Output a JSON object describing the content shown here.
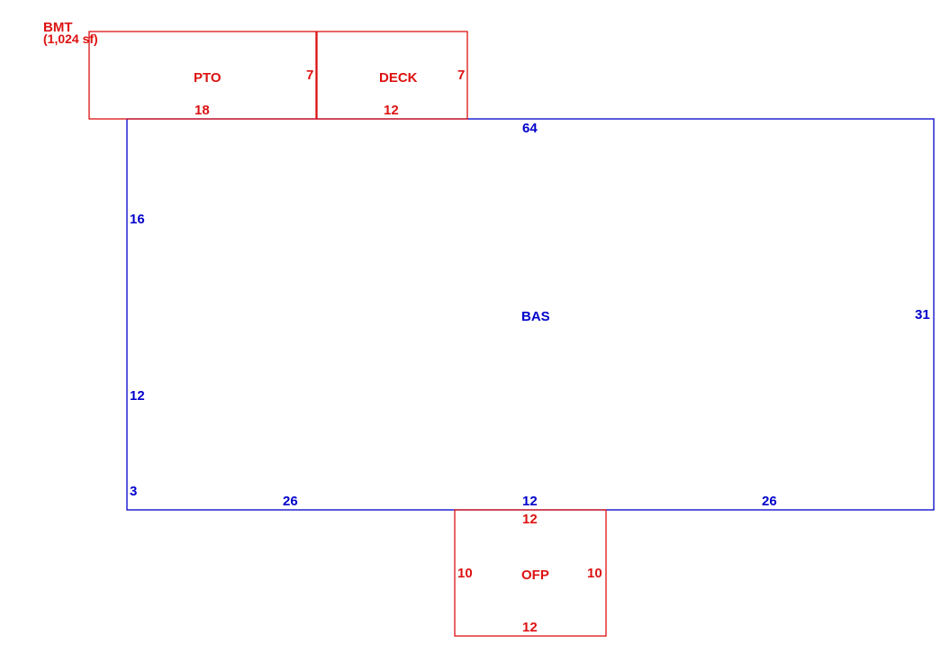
{
  "colors": {
    "main": "#0000cc",
    "addition": "#dd1111"
  },
  "header": {
    "label": "BMT",
    "area": "(1,024 sf)"
  },
  "areas": {
    "bas": "BAS",
    "pto": "PTO",
    "deck": "DECK",
    "ofp": "OFP"
  },
  "dimensions": {
    "bas": {
      "top": "64",
      "left_upper": "16",
      "left_middle": "12",
      "left_lower": "3",
      "right": "31",
      "bottom_left": "26",
      "bottom_center": "12",
      "bottom_right": "26"
    },
    "pto": {
      "bottom": "18",
      "right": "7"
    },
    "deck": {
      "bottom": "12",
      "right": "7"
    },
    "ofp": {
      "top": "12",
      "left": "10",
      "right": "10",
      "bottom": "12"
    }
  }
}
